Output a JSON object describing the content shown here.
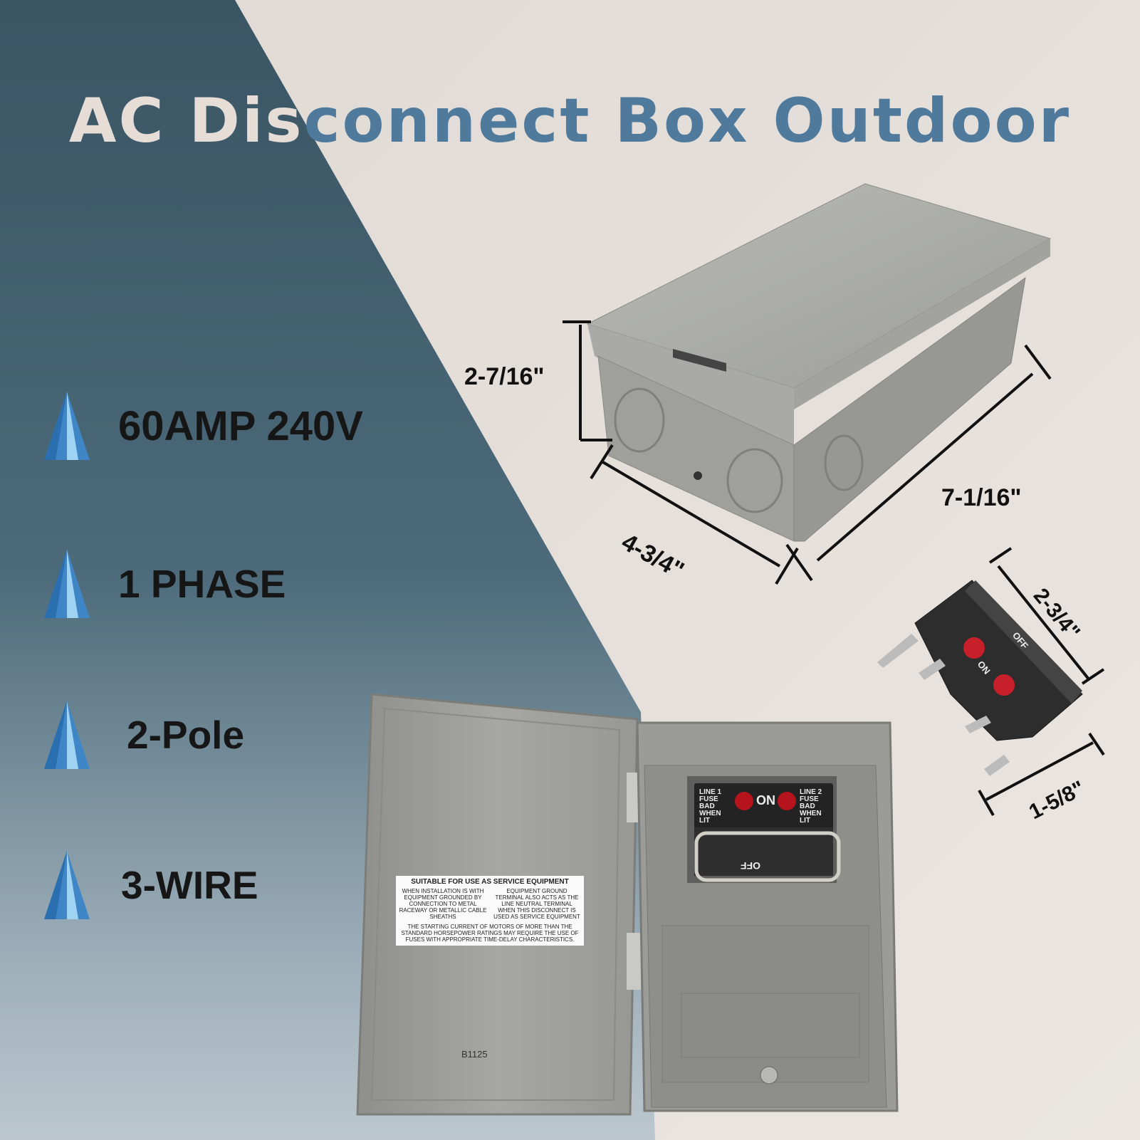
{
  "title": {
    "part1": "AC Dis",
    "part2": "connect Box Outdoor"
  },
  "features": [
    {
      "label": "60AMP 240V"
    },
    {
      "label": "1 PHASE"
    },
    {
      "label": "2-Pole"
    },
    {
      "label": "3-WIRE"
    }
  ],
  "dimensions": {
    "height": "2-7/16\"",
    "width": "4-3/4\"",
    "length": "7-1/16\"",
    "pullout_height": "2-3/4\"",
    "pullout_width": "1-5/8\""
  },
  "sticker": {
    "heading": "SUITABLE FOR USE AS SERVICE EQUIPMENT",
    "left": "WHEN INSTALLATION IS WITH EQUIPMENT GROUNDED BY CONNECTION TO METAL RACEWAY OR METALLIC CABLE SHEATHS",
    "right": "EQUIPMENT GROUND TERMINAL ALSO ACTS AS THE LINE NEUTRAL TERMINAL WHEN THIS DISCONNECT IS USED AS SERVICE EQUIPMENT",
    "bottom": "THE STARTING CURRENT OF MOTORS OF MORE THAN THE STANDARD HORSEPOWER RATINGS MAY REQUIRE THE USE OF FUSES WITH APPROPRIATE TIME-DELAY CHARACTERISTICS."
  },
  "panel": {
    "line1": "LINE 1 FUSE BAD WHEN LIT",
    "line2": "LINE 2 FUSE BAD WHEN LIT",
    "on": "ON",
    "off": "OFF"
  },
  "model": "B1125",
  "colors": {
    "dark_bg": "#3e5d6c",
    "light_bg": "#e2dbd6",
    "title_blue": "#4f7a9c",
    "box_gray": "#a3a4a0"
  },
  "icons": [
    "blue-crystal-pyramid-icon"
  ]
}
